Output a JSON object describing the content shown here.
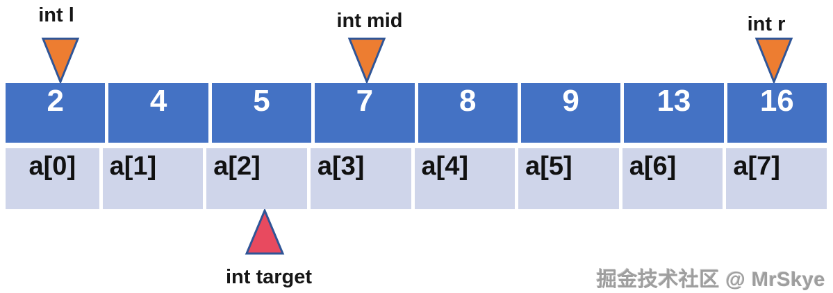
{
  "array": {
    "values": [
      "2",
      "4",
      "5",
      "7",
      "8",
      "9",
      "13",
      "16"
    ],
    "index_labels": [
      "a[0]",
      "a[1]",
      "a[2]",
      "a[3]",
      "a[4]",
      "a[5]",
      "a[6]",
      "a[7]"
    ]
  },
  "pointers": {
    "l": {
      "label": "int l",
      "cell_index": 0,
      "direction": "down"
    },
    "mid": {
      "label": "int mid",
      "cell_index": 3,
      "direction": "down"
    },
    "r": {
      "label": "int r",
      "cell_index": 7,
      "direction": "down"
    },
    "target": {
      "label": "int target",
      "cell_index": 2,
      "direction": "up"
    }
  },
  "watermark": {
    "text": "掘金技术社区 @ MrSkye"
  },
  "colors": {
    "cell_value_bg": "#4472C4",
    "cell_index_bg": "#CFD5EA",
    "pointer_fill": "#ED7D31",
    "target_fill": "#E84A5F",
    "triangle_stroke": "#2F5597",
    "value_text": "#FFFFFF",
    "index_text": "#111111",
    "watermark_text": "#9E9E9E"
  }
}
